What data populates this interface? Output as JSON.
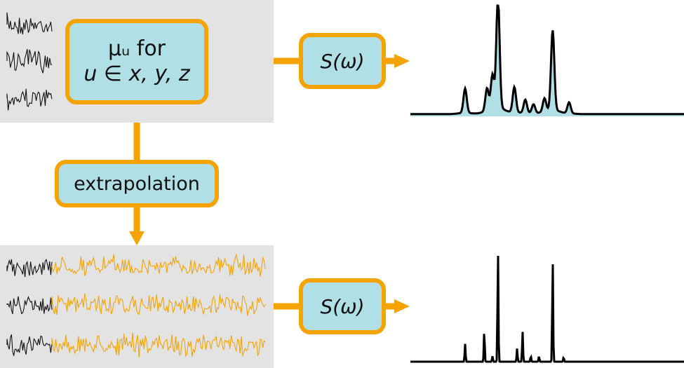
{
  "colors": {
    "accent": "#f5a300",
    "box_fill": "#b0dfe5",
    "panel": "#e3e3e3",
    "signal_dark": "#111111",
    "spectrum_fill": "#b0dfe5"
  },
  "dipole_box": {
    "line1": "μᵤ for",
    "line2": "u ∈ x, y, z"
  },
  "extrapolation_box": {
    "label": "extrapolation"
  },
  "spectrum_box_top": {
    "label": "S(ω)"
  },
  "spectrum_box_bottom": {
    "label": "S(ω)"
  },
  "spectra": {
    "top": {
      "style": "broad",
      "peaks": [
        [
          0.2,
          0.22
        ],
        [
          0.28,
          0.2
        ],
        [
          0.3,
          0.3
        ],
        [
          0.32,
          1.0
        ],
        [
          0.38,
          0.23
        ],
        [
          0.42,
          0.12
        ],
        [
          0.45,
          0.08
        ],
        [
          0.49,
          0.12
        ],
        [
          0.52,
          0.72
        ],
        [
          0.58,
          0.1
        ]
      ]
    },
    "bottom": {
      "style": "sharp",
      "peaks": [
        [
          0.2,
          0.16
        ],
        [
          0.27,
          0.28
        ],
        [
          0.3,
          0.05
        ],
        [
          0.32,
          1.0
        ],
        [
          0.39,
          0.12
        ],
        [
          0.41,
          0.27
        ],
        [
          0.44,
          0.05
        ],
        [
          0.47,
          0.05
        ],
        [
          0.52,
          0.92
        ],
        [
          0.56,
          0.04
        ]
      ]
    }
  }
}
